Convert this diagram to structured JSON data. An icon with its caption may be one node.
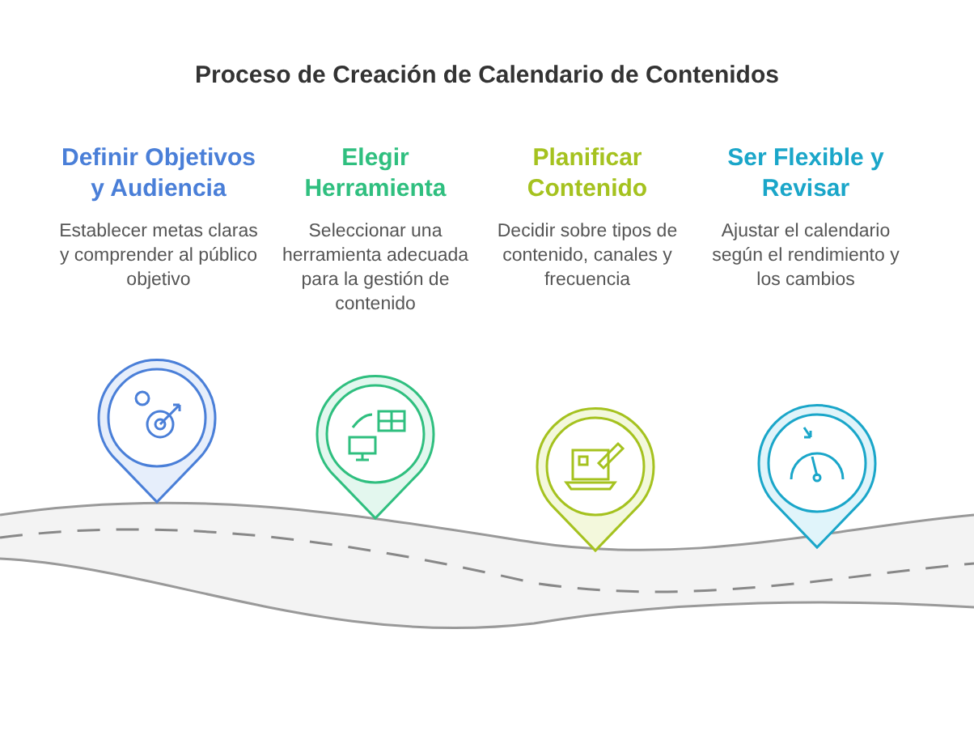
{
  "diagram": {
    "title": "Proceso de Creación de Calendario de Contenidos",
    "nodes": [
      {
        "text": [
          "Definir Objetivos y Audiencia",
          "Establecer metas claras y comprender al público objetivo"
        ]
      },
      {
        "text": [
          "Elegir Herramienta",
          "Seleccionar una herramienta adecuada para la gestión de contenido"
        ]
      },
      {
        "text": [
          "Planificar Contenido",
          "Decidir sobre tipos de contenido, canales y frecuencia"
        ]
      },
      {
        "text": [
          "Ser Flexible y Revisar",
          "Ajustar el calendario según el rendimiento y los cambios"
        ]
      }
    ]
  }
}
